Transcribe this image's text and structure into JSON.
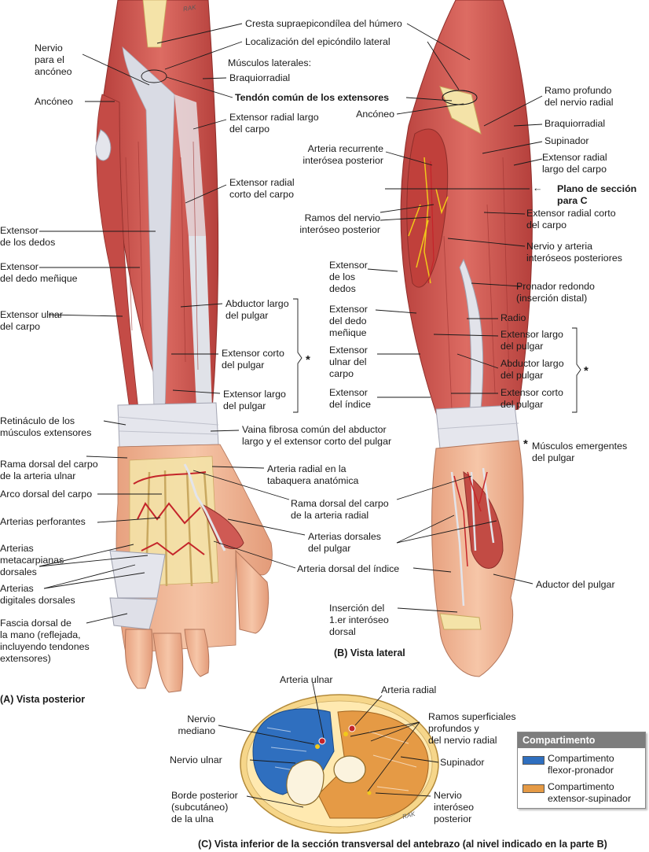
{
  "colors": {
    "muscle": "#cf5a54",
    "tendon": "#e3e4ea",
    "bone": "#f4e3a8",
    "artery": "#c4242a",
    "nerve": "#f1c81a",
    "flexor": "#2f6fbf",
    "extensor": "#e59a45",
    "skin": "#efb796"
  },
  "labels": {
    "cresta": "Cresta supraepicondílea del húmero",
    "epicondilo": "Localización del epicóndilo lateral",
    "musc_lat": "Músculos laterales:",
    "braquio_a": "Braquiorradial",
    "tendon_comun": "Tendón común de los extensores",
    "nervio_anconeo": "Nervio\npara el\nancóneo",
    "anconeo_a": "Ancóneo",
    "erlc_a": "Extensor radial largo\ndel carpo",
    "ercc_a": "Extensor radial\ncorto del carpo",
    "ext_dedos_a": "Extensor\nde los dedos",
    "ext_menique_a": "Extensor\ndel dedo meñique",
    "euc_a": "Extensor ulnar\ndel carpo",
    "abd_largo_a": "Abductor largo\ndel pulgar",
    "ext_corto_a": "Extensor corto\ndel pulgar",
    "ext_largo_a": "Extensor largo\ndel pulgar",
    "retinaculo": "Retináculo de los\nmúsculos extensores",
    "vaina": "Vaina fibrosa común del abductor\nlargo y el extensor corto del pulgar",
    "rama_dorsal_ulnar": "Rama dorsal del carpo\nde la arteria ulnar",
    "arteria_tabaquera": "Arteria radial en la\ntabaquera anatómica",
    "arco_dorsal": "Arco dorsal del carpo",
    "rama_dorsal_radial": "Rama dorsal del carpo\nde la arteria radial",
    "perforantes": "Arterias perforantes",
    "art_dors_pulgar": "Arterias dorsales\ndel pulgar",
    "metacarpianas": "Arterias\nmetacarpianas\ndorsales",
    "dorsal_indice": "Arteria dorsal del índice",
    "digitales": "Arterias\ndigitales dorsales",
    "fascia": "Fascia dorsal de\nla mano (reflejada,\nincluyendo tendones\nextensores)",
    "ramo_profundo": "Ramo profundo\ndel nervio radial",
    "anconeo_b": "Ancóneo",
    "braquio_b": "Braquiorradial",
    "supinador_b": "Supinador",
    "erlc_b": "Extensor radial\nlargo del carpo",
    "recurrente": "Arteria recurrente\ninterósea posterior",
    "plano": "Plano de sección\npara C",
    "ramos_nervio": "Ramos del nervio\ninteróseo posterior",
    "ercc_b": "Extensor radial corto\ndel carpo",
    "nervio_arteria": "Nervio y arteria\ninteróseos posteriores",
    "ext_dedos_b": "Extensor\nde los\ndedos",
    "pronador": "Pronador redondo\n(inserción distal)",
    "radio": "Radio",
    "ext_menique_b": "Extensor\ndel dedo\nmeñique",
    "ext_largo_b": "Extensor largo\ndel pulgar",
    "euc_b": "Extensor\nulnar del\ncarpo",
    "abd_largo_b": "Abductor largo\ndel pulgar",
    "ext_indice": "Extensor\ndel índice",
    "ext_corto_b": "Extensor corto\ndel pulgar",
    "emergentes": "Músculos emergentes\ndel pulgar",
    "aductor": "Aductor del pulgar",
    "insercion": "Inserción del\n1.er interóseo\ndorsal",
    "arteria_ulnar_c": "Arteria ulnar",
    "arteria_radial_c": "Arteria radial",
    "nervio_mediano": "Nervio\nmediano",
    "ramos_sup": "Ramos superficiales\nprofundos y\ndel nervio radial",
    "nervio_ulnar": "Nervio ulnar",
    "supinador_c": "Supinador",
    "borde_post": "Borde posterior\n(subcutáneo)\nde la ulna",
    "nervio_interoseo": "Nervio\ninteróseo\nposterior"
  },
  "symbols": {
    "star": "*",
    "arrow": "←"
  },
  "captions": {
    "a": "(A) Vista posterior",
    "b": "(B) Vista lateral",
    "c": "(C) Vista inferior de la sección transversal del antebrazo (al nivel indicado en la parte B)"
  },
  "legend": {
    "title": "Compartimento",
    "items": [
      {
        "label": "Compartimento\nflexor-pronador",
        "color": "#2f6fbf"
      },
      {
        "label": "Compartimento\nextensor-supinador",
        "color": "#e59a45"
      }
    ]
  },
  "artist_signature": "RAK"
}
